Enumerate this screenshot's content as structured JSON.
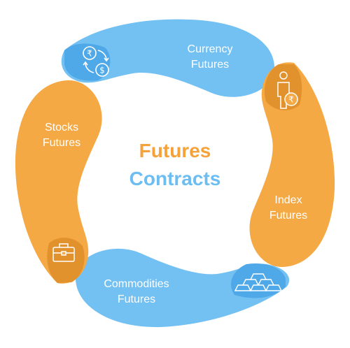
{
  "title": {
    "line1": "Futures",
    "line2": "Contracts"
  },
  "colors": {
    "orange": "#F5A945",
    "orange_shadow": "#E2922C",
    "blue": "#73C0F2",
    "blue_shadow": "#4FA8E8",
    "title_line1": "#F5A23A",
    "title_line2": "#6CBDF2",
    "label_text": "#ffffff"
  },
  "segments": [
    {
      "line1": "Currency",
      "line2": "Futures",
      "color": "blue",
      "icon": "currency-exchange-icon"
    },
    {
      "line1": "Index",
      "line2": "Futures",
      "color": "orange",
      "icon": "person-rupee-icon"
    },
    {
      "line1": "Commodities",
      "line2": "Futures",
      "color": "blue",
      "icon": "gold-bars-icon"
    },
    {
      "line1": "Stocks",
      "line2": "Futures",
      "color": "orange",
      "icon": "briefcase-icon"
    }
  ],
  "icon_glyphs": {
    "rupee": "₹",
    "dollar": "$"
  }
}
